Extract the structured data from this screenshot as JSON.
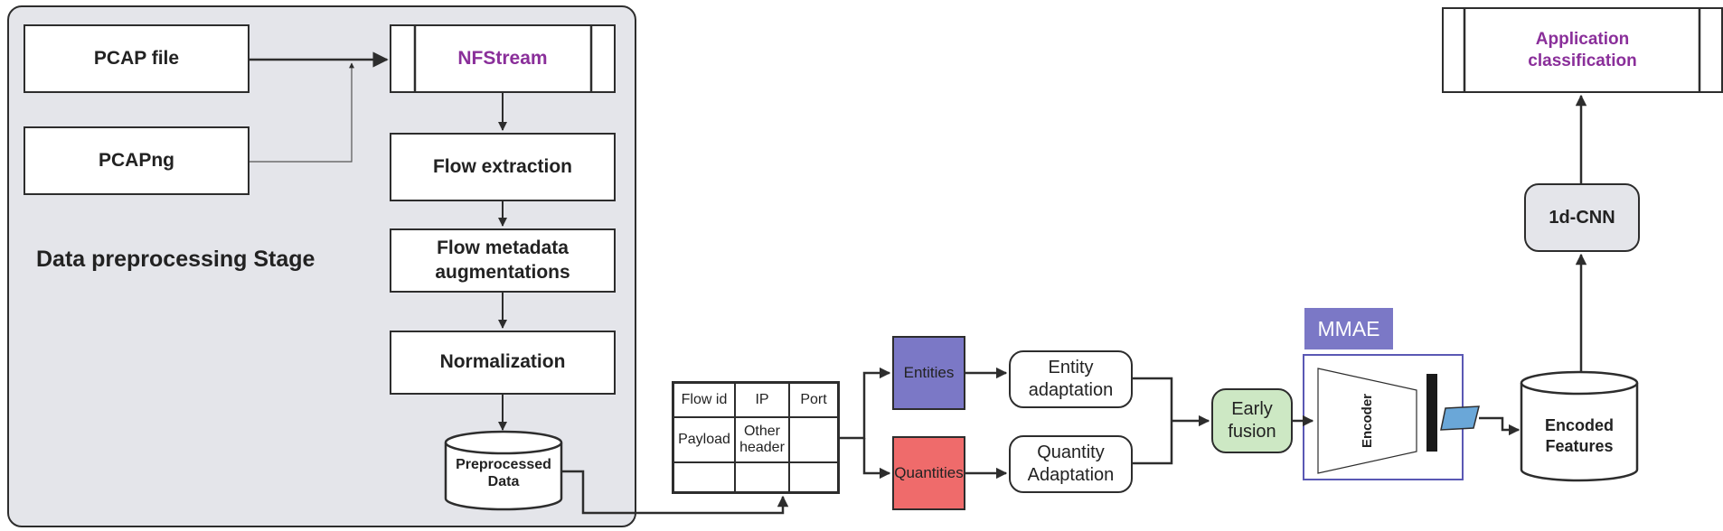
{
  "stage": {
    "label": "Data preprocessing Stage"
  },
  "inputs": {
    "pcap_file": "PCAP file",
    "pcapng": "PCAPng"
  },
  "pipeline": {
    "nfstream": "NFStream",
    "flow_extraction": "Flow extraction",
    "flow_metadata": "Flow metadata augmentations",
    "normalization": "Normalization",
    "preprocessed_data": "Preprocessed Data"
  },
  "table": {
    "cells": [
      [
        "Flow id",
        "IP",
        "Port"
      ],
      [
        "Payload",
        "Other header",
        ""
      ],
      [
        "",
        "",
        ""
      ]
    ]
  },
  "branches": {
    "entities": "Entities",
    "quantities": "Quantities",
    "entity_adaptation": "Entity adaptation",
    "quantity_adaptation": "Quantity Adaptation"
  },
  "fusion": {
    "early_fusion": "Early fusion"
  },
  "mmae": {
    "tag": "MMAE",
    "encoder": "Encoder"
  },
  "outputs": {
    "encoded_features": "Encoded Features",
    "cnn": "1d-CNN",
    "app_classification": "Application classification"
  },
  "colors": {
    "stage_bg": "#e4e5ea",
    "nfstream_text": "#8a2f9a",
    "entities": "#7b78c6",
    "quantities": "#ef6b6b",
    "early_fusion": "#cde8c4",
    "mmae": "#7b78c6",
    "bottleneck": "#6aa7d8"
  }
}
